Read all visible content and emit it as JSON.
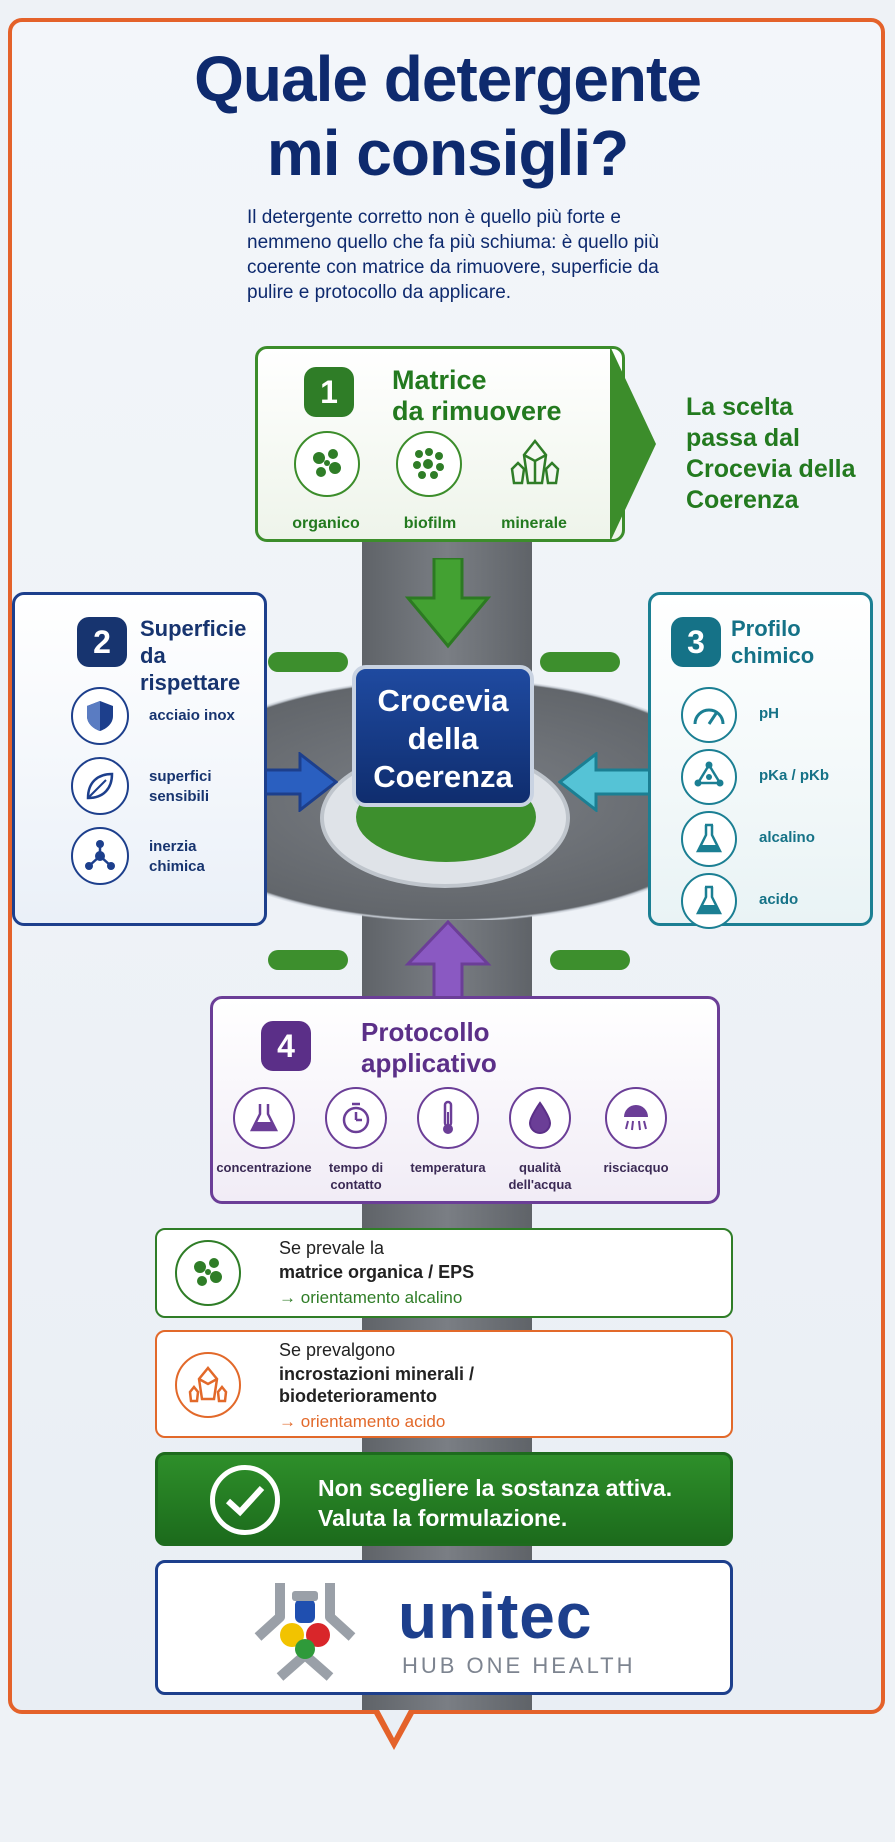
{
  "header": {
    "title_line1": "Quale detergente",
    "title_line2": "mi consigli?",
    "intro": "Il detergente corretto non è quello più forte e nemmeno quello che fa più schiuma: è quello più coerente con matrice da rimuovere, superficie da pulire e protocollo da applicare.",
    "side_note": "La scelta passa dal Crocevia della Coerenza"
  },
  "center_sign": {
    "line1": "Crocevia",
    "line2": "della",
    "line3": "Coerenza"
  },
  "panel1": {
    "number": "1",
    "title_line1": "Matrice",
    "title_line2": "da rimuovere",
    "items": [
      "organico",
      "biofilm",
      "minerale"
    ],
    "color": "#3c8d2b"
  },
  "panel2": {
    "number": "2",
    "title_line1": "Superficie",
    "title_line2": "da rispettare",
    "items": [
      "acciaio inox",
      "superfici sensibili",
      "inerzia chimica"
    ],
    "color": "#1d3f8c"
  },
  "panel3": {
    "number": "3",
    "title_line1": "Profilo",
    "title_line2": "chimico",
    "items": [
      "pH",
      "pKa / pKb",
      "alcalino",
      "acido"
    ],
    "color": "#1b7f93"
  },
  "panel4": {
    "number": "4",
    "title_line1": "Protocollo",
    "title_line2": "applicativo",
    "items": [
      "concentrazione",
      "tempo di contatto",
      "temperatura",
      "qualità dell'acqua",
      "risciacquo"
    ],
    "color": "#6b3e97"
  },
  "rule_organic": {
    "line1": "Se prevale la",
    "line2": "matrice organica / EPS",
    "result": "orientamento alcalino"
  },
  "rule_mineral": {
    "line1": "Se prevalgono",
    "line2": "incrostazioni minerali /",
    "line3": "biodeterioramento",
    "result": "orientamento acido"
  },
  "banner": {
    "line1": "Non scegliere la sostanza attiva.",
    "line2": "Valuta la formulazione."
  },
  "logo": {
    "brand": "unitec",
    "tagline": "HUB ONE HEALTH"
  }
}
